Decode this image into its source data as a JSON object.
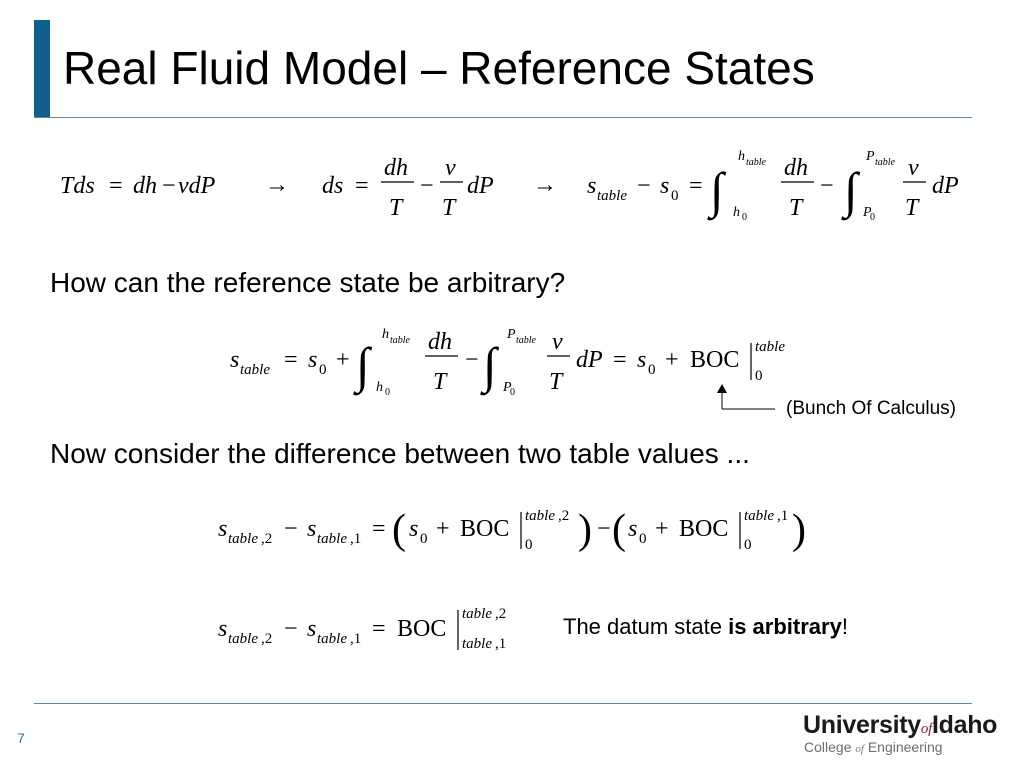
{
  "slide": {
    "title": "Real Fluid Model – Reference States",
    "question": "How can the reference state be arbitrary?",
    "consider": "Now consider the difference between two table values ...",
    "annotation": "(Bunch Of Calculus)",
    "datum_prefix": "The datum state ",
    "datum_bold": "is arbitrary",
    "datum_suffix": "!",
    "page_number": "7"
  },
  "logo": {
    "university": "University",
    "of": "of",
    "idaho": "Idaho",
    "college": "College",
    "college_of": "of",
    "engineering": "Engineering"
  },
  "colors": {
    "accent": "#0f5f8f",
    "rule": "#5b86ad",
    "page_number": "#2f6fa8",
    "logo_of": "#8a1d2c"
  }
}
